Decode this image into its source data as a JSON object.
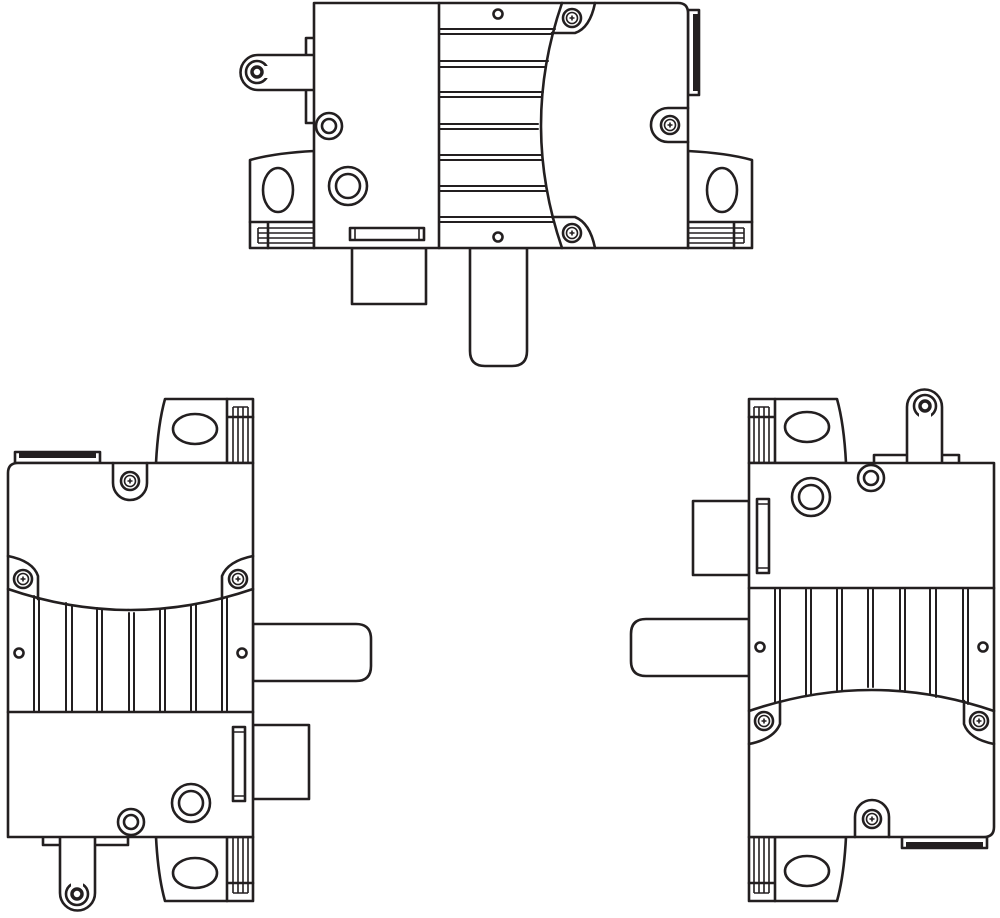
{
  "diagram": {
    "views": [
      {
        "id": "top-view",
        "orientation_deg": 0
      },
      {
        "id": "left-view",
        "orientation_deg": -90
      },
      {
        "id": "right-view",
        "orientation_deg": 90
      }
    ]
  },
  "colors": {
    "stroke": "#231f20",
    "background": "#ffffff"
  }
}
